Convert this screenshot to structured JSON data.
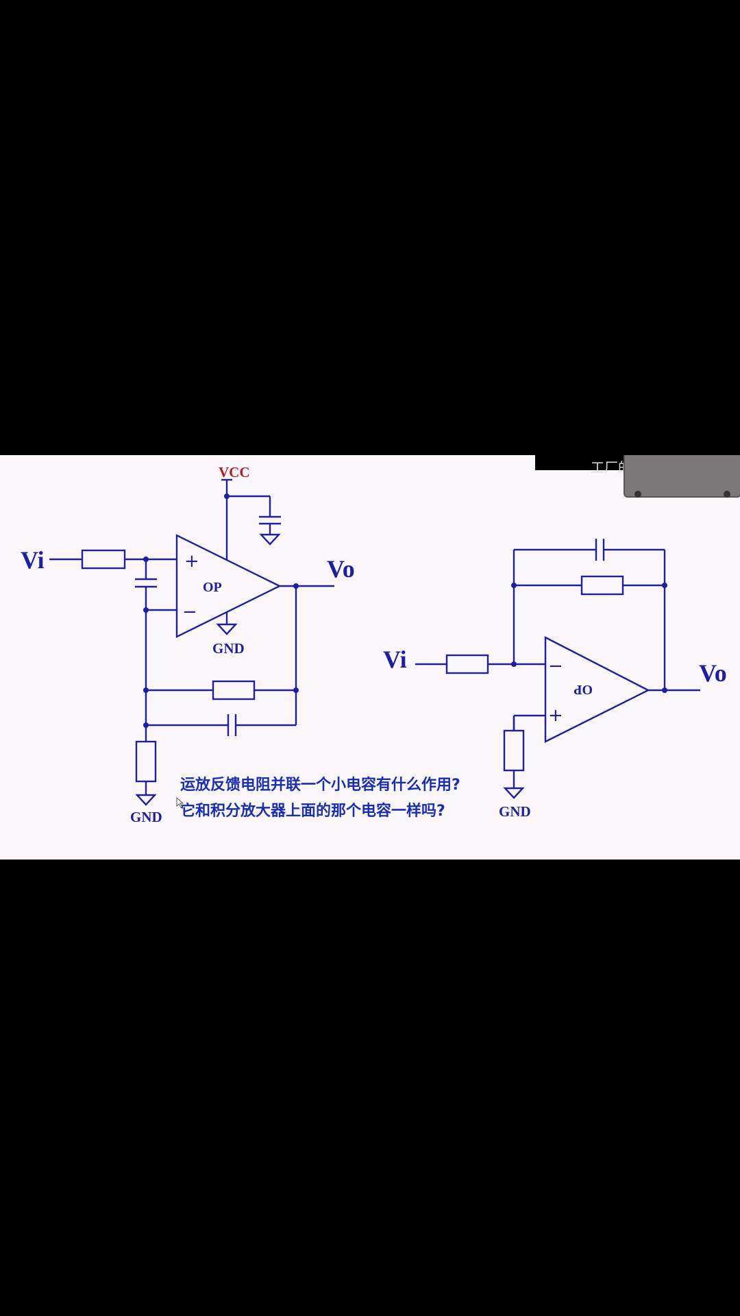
{
  "left_circuit": {
    "input_label": "Vi",
    "output_label": "Vo",
    "supply_label": "VCC",
    "opamp_label": "OP",
    "plus_sign": "+",
    "minus_sign": "−",
    "gnd_opamp": "GND",
    "gnd_bottom": "GND"
  },
  "right_circuit": {
    "input_label": "Vi",
    "output_label": "Vo",
    "opamp_label": "OP",
    "plus_sign": "+",
    "minus_sign": "−",
    "gnd_label": "GND"
  },
  "caption": {
    "line1": "运放反馈电阻并联一个小电容有什么作用?",
    "line2": "它和积分放大器上面的那个电容一样吗?"
  },
  "corner_overlay": {
    "text": "工厂的"
  },
  "colors": {
    "wire": "#1f1f9e",
    "vcc": "#b01c24",
    "background": "#fbf6fa",
    "caption": "#1a2fb0"
  }
}
